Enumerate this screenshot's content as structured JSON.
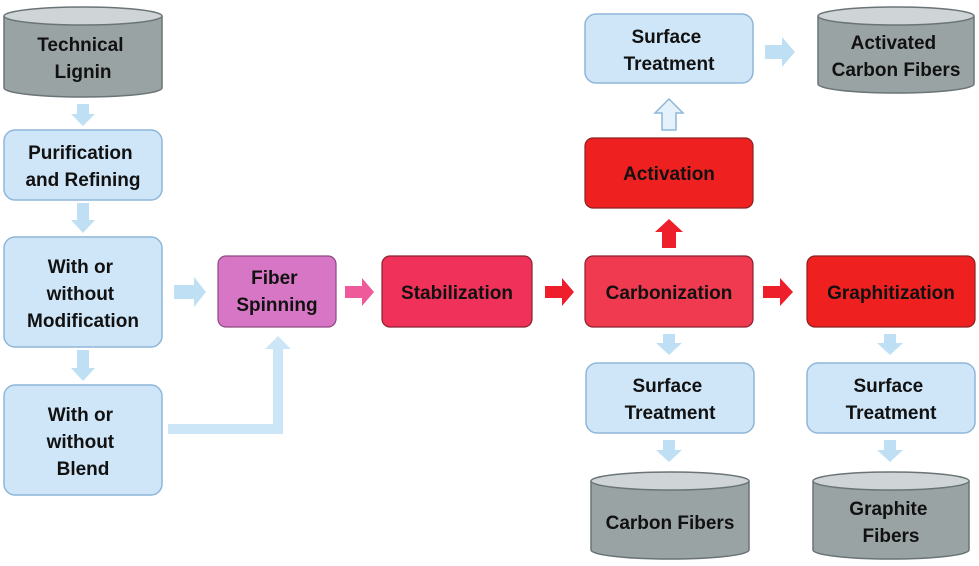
{
  "colors": {
    "light_box_fill": "#cfe6f8",
    "light_box_stroke": "#8fb6d8",
    "light_arrow": "#bfe0f4",
    "cylinder_body": "#9aa3a4",
    "cylinder_top": "#cfd5d6",
    "cylinder_stroke": "#6a7476",
    "fiber_spinning": "#d876c6",
    "stabilization": "#f0325a",
    "carbonization": "#f03a4f",
    "activation_graphitization": "#ef2020",
    "pink_arrow": "#ee5a9a",
    "red_arrow": "#ee1f2a"
  },
  "nodes": {
    "technical_lignin": [
      "Technical",
      "Lignin"
    ],
    "purification": [
      "Purification",
      "and Refining"
    ],
    "modification": [
      "With or",
      "without",
      "Modification"
    ],
    "blend": [
      "With or",
      "without",
      "Blend"
    ],
    "fiber_spinning": [
      "Fiber",
      "Spinning"
    ],
    "stabilization": [
      "Stabilization"
    ],
    "carbonization": [
      "Carbonization"
    ],
    "activation": [
      "Activation"
    ],
    "graphitization": [
      "Graphitization"
    ],
    "surface_treatment_top": [
      "Surface",
      "Treatment"
    ],
    "surface_treatment_mid": [
      "Surface",
      "Treatment"
    ],
    "surface_treatment_right": [
      "Surface",
      "Treatment"
    ],
    "activated_carbon_fibers": [
      "Activated",
      "Carbon Fibers"
    ],
    "carbon_fibers": [
      "Carbon Fibers"
    ],
    "graphite_fibers": [
      "Graphite",
      "Fibers"
    ]
  }
}
